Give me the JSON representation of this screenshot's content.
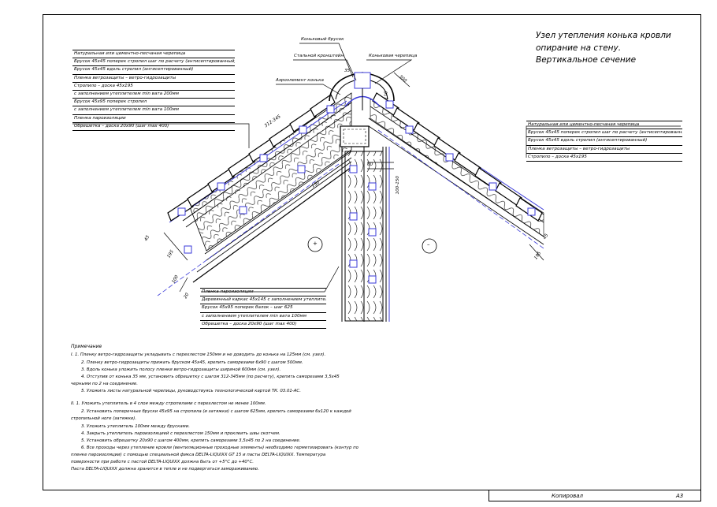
{
  "title": {
    "line1": "Узел утепления конька кровли",
    "line2": "опирание на стену.",
    "line3": "Вертикальное сечение"
  },
  "callouts": {
    "ridge_bar": "Коньковый брусок",
    "steel_bracket": "Стальной кронштейн",
    "ridge_tile": "Коньковая черепица",
    "ridge_aero": "Аэроэлемент конька"
  },
  "legend_left": [
    "Натуральная или цементно-песчаная черепица",
    "Брусок 45х45 поперек стропил шаг по расчету (антисептированный)",
    "Брусок 45х45 вдоль стропил (антисептированный)",
    "Пленка ветрозащиты – ветро-гидрозащиты",
    "Стропило – доска 45х195",
    "с заполнением утеплителем min вата 200мм",
    "Брусок 45х95 поперек стропил",
    "с заполнением утеплителем min вата 100мм",
    "Пленка пароизоляции",
    "Обрешетка – доска 20х90 (шаг max 400)"
  ],
  "legend_right": [
    "Натуральная или цементно-песчаная черепица",
    "Брусок 45х45 поперек стропил шаг по расчету (антисептированный)",
    "Брусок 45х45 вдоль стропил (антисептированный)",
    "Пленка ветрозащиты – ветро-гидрозащиты",
    "Стропило – доска 45х195"
  ],
  "legend_bottom": [
    "Пленка пароизоляции",
    "Деревянный каркас 45х145 с заполнением утеплителем",
    "Брусок 45х95 поперек балок – шаг 625",
    "с заполнением утеплителем min вата 100мм",
    "Обрешетка – доска 20х90 (шаг max 400)"
  ],
  "dimensions": {
    "d1": "312-345",
    "d2": "35",
    "d3": "300",
    "d4": "110",
    "d5": "45",
    "d6": "195",
    "d7": "20",
    "d8": "100",
    "d9": "150",
    "d10": "100-150",
    "d11": "195",
    "d12": "45",
    "d13": "60"
  },
  "zones": {
    "warm": "+",
    "cold": "–"
  },
  "notes_title": "Примечание",
  "notes": [
    "I.  1. Пленку ветро-гидрозащиты укладывать с перехлестом 150мм и не доводить до конька на 125мм (см. узел).",
    "2. Пленку ветро-гидрозащиты прижать бруском 45х45, крепить саморезами 6х90 с шагом 500мм.",
    "3. Вдоль конька уложить полосу пленки ветро-гидрозащиты шириной 600мм (см. узел).",
    "4. Отступив от конька 35 мм, установить обрешетку с шагом 312-345мм (по расчету), крепить саморезами 3,5х45",
    "черными по 2 на соединение.",
    "5. Уложить листы натуральной черепицы, руководствуясь технологической картой ТК. 03.01-АС.",
    "",
    "II. 1. Уложить утеплитель в 4 слоя между стропилами с перехлестом не менее 100мм.",
    "2. Установить поперечные бруски 45х95 на стропила (и затяжки) с шагом 625мм, крепить саморезами 6х120 к каждой",
    "стропильной ноге (затяжке).",
    "3. Уложить утеплитель 100мм между брусками.",
    "4. Закрыть утеплитель пароизоляцией с перехлестом 150мм и проклеить швы скотчем.",
    "5. Установить обрешетку 20х90  с шагом 400мм, крепить саморезами 3,5х45 по 2 на соединение.",
    "6. Все проходы через утепление кровли (вентиляционные проходные элементы) необходимо герметизировать (контур по",
    "пленке пароизоляции) с помощью специальной фикса DELTA-LIQUIXX GT 15 и пасты DELTA-LIQUIXX. Температура",
    "поверхности при работе с пастой DELTA-LIQUIXX должна быть от +5°С до +40°С.",
    "Паста DELTA-LIQUIXX должна хранится в тепле и не подвергаться замораживанию."
  ],
  "footer": {
    "copied": "Копировал",
    "format": "А3"
  },
  "colors": {
    "line": "#000000",
    "accent": "#3a3ad8"
  }
}
